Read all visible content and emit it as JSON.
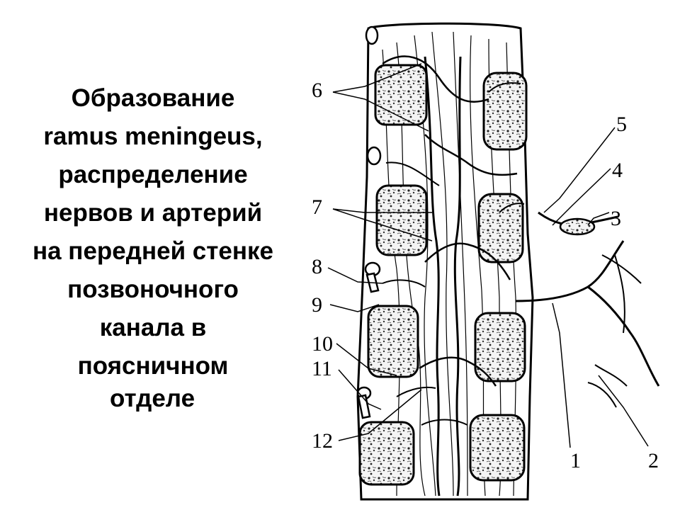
{
  "slide": {
    "title_lines": [
      "Образование",
      "ramus meningeus,",
      "распределение",
      "нервов и артерий",
      "на передней стенке",
      "позвоночного",
      "канала в",
      "поясничном"
    ],
    "title_last_line": "отделе"
  },
  "figure": {
    "labels": [
      "1",
      "2",
      "3",
      "4",
      "5",
      "6",
      "7",
      "8",
      "9",
      "10",
      "11",
      "12"
    ],
    "ink_color": "#000000",
    "bone_fill": "#f4f4f4"
  }
}
